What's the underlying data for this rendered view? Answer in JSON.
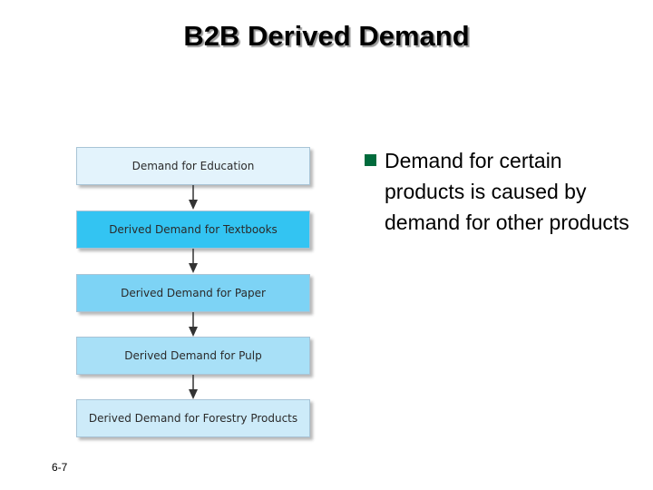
{
  "title": "B2B Derived Demand",
  "flow": {
    "boxes": [
      {
        "label": "Demand for Education",
        "color": "#e3f3fc"
      },
      {
        "label": "Derived Demand for Textbooks",
        "color": "#33c4f2"
      },
      {
        "label": "Derived Demand for Paper",
        "color": "#7dd3f5"
      },
      {
        "label": "Derived Demand for Pulp",
        "color": "#a8e0f7"
      },
      {
        "label": "Derived Demand for Forestry Products",
        "color": "#cdebf9"
      }
    ]
  },
  "bullet": {
    "text": "Demand for certain products is caused by demand for other products",
    "marker_color": "#006b3c"
  },
  "slide_number": "6-7"
}
